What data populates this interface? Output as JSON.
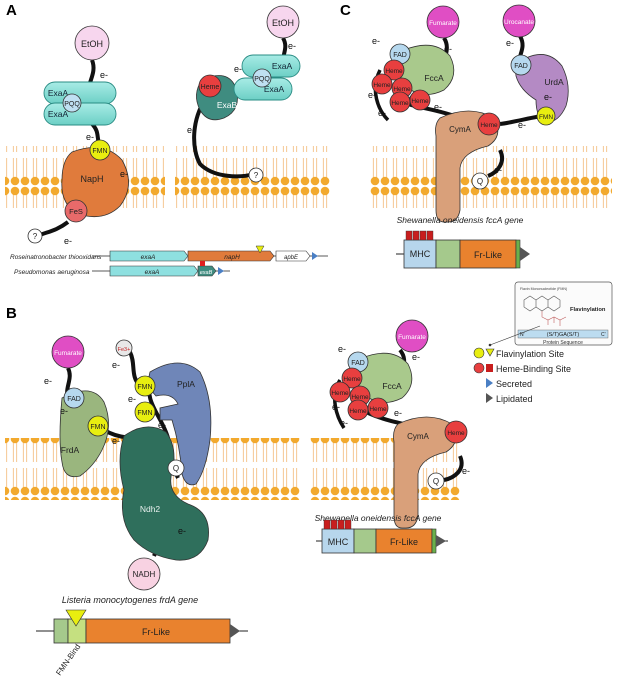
{
  "panels": {
    "a": "A",
    "b": "B",
    "c": "C"
  },
  "labels": {
    "etoh": "EtOH",
    "exaa": "ExaA",
    "exab": "ExaB",
    "pqq": "PQQ",
    "fmn": "FMN",
    "fes": "FeS",
    "naph": "NapH",
    "heme": "Heme",
    "fad": "FAD",
    "fcca": "FccA",
    "cyma": "CymA",
    "urda": "UrdA",
    "frda": "FrdA",
    "ppla": "PplA",
    "ndh2": "Ndh2",
    "nadh": "NADH",
    "fumarate": "Fumarate",
    "urocanate": "Urocanate",
    "fe3": "Fe3+",
    "q": "Q",
    "unknown": "?",
    "electron": "e-"
  },
  "gene_a": {
    "organism1": "Roseinatronobacter thiooxidans",
    "organism2": "Pseudomonas aeruginosa",
    "exaa": "exaA",
    "naph": "napH",
    "apbe": "apbE",
    "exab": "exaB"
  },
  "gene_b": {
    "caption": "Listeria monocytogenes frdA gene",
    "fr_like": "Fr-Like",
    "fmn_bind": "FMN-Bind"
  },
  "gene_c": {
    "caption": "Shewanella oneidensis fccA gene",
    "mhc": "MHC",
    "fr_like": "Fr-Like"
  },
  "inset": {
    "title": "Flavin Mononucleotide (FMN)",
    "label": "Flavinylation",
    "n_term": "N'",
    "c_term": "C'",
    "motif": "(S/T)GA(S/T)",
    "caption": "Protein Sequence"
  },
  "legend": {
    "flavin": "Flavinylation Site",
    "heme": "Heme-Binding Site",
    "secreted": "Secreted",
    "lipidated": "Lipidated"
  },
  "colors": {
    "membrane_head": "#f2a92e",
    "exa": "#7fd8d0",
    "exab": "#3f8c80",
    "naph": "#e07b3c",
    "heme": "#e83f3f",
    "fmn": "#e8ee10",
    "fad": "#b6d8ee",
    "fcca": "#a9c98c",
    "cyma": "#d9a07a",
    "urda": "#b48ac4",
    "ppla": "#6f86b8",
    "ndh2": "#2f6f5c",
    "nadh": "#f8d2e2",
    "fumarate": "#e04ec4",
    "fe3": "#e8e8e8",
    "frda": "#9ab67e",
    "fr_like": "#e9822e",
    "mhc": "#b7d6ec",
    "gene_green": "#a5c98c",
    "gene_exa": "#8ee0e0",
    "gene_naph": "#e07b3c"
  }
}
